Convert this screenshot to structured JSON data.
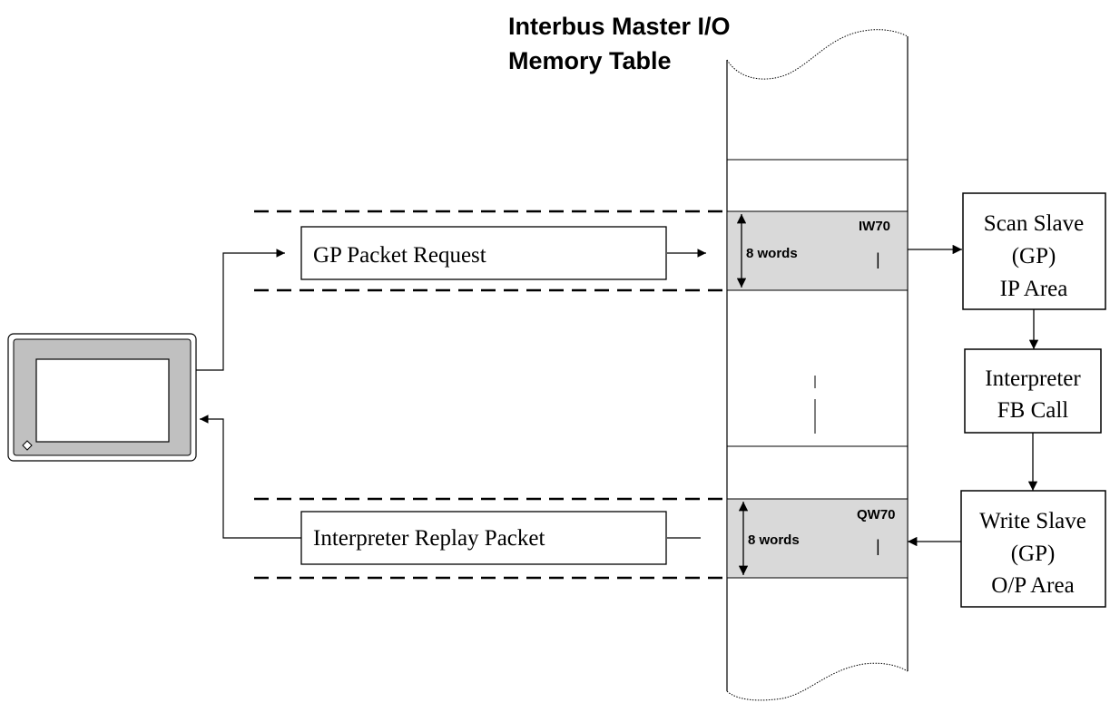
{
  "title": {
    "line1": "Interbus Master I/O",
    "line2": "Memory Table"
  },
  "packets": {
    "request": "GP Packet Request",
    "reply": "Interpreter Replay Packet"
  },
  "memory": {
    "input_label": "IW70",
    "input_size": "8 words",
    "output_label": "QW70",
    "output_size": "8 words",
    "cursor": "|"
  },
  "steps": {
    "scan_slave": [
      "Scan Slave",
      "(GP)",
      "IP Area"
    ],
    "interpreter": [
      "Interpreter",
      "FB Call"
    ],
    "write_slave": [
      "Write Slave",
      "(GP)",
      "O/P Area"
    ]
  },
  "colors": {
    "memory_fill": "#d9d9d9",
    "panel_fill": "#c0c0c0",
    "line": "#000000"
  },
  "icons": {
    "device": "gp-touch-panel-icon"
  }
}
